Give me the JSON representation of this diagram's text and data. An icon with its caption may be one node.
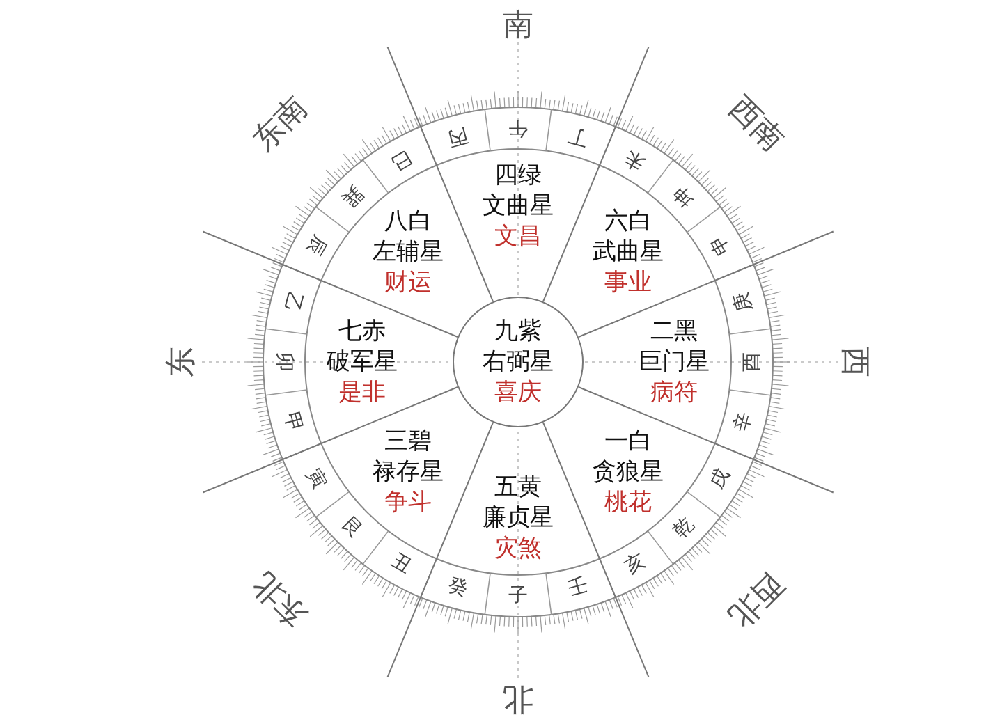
{
  "diagram": {
    "nodes": [
      {
        "text": [
          "四绿",
          "文曲星",
          "文昌"
        ]
      },
      {
        "text": [
          "八白",
          "左辅星",
          "财运"
        ]
      },
      {
        "text": [
          "六白",
          "武曲星",
          "事业"
        ]
      },
      {
        "text": [
          "七赤",
          "破军星",
          "是非"
        ]
      },
      {
        "text": [
          "九紫",
          "右弼星",
          "喜庆"
        ]
      },
      {
        "text": [
          "二黑",
          "巨门星",
          "病符"
        ]
      },
      {
        "text": [
          "三碧",
          "禄存星",
          "争斗"
        ]
      },
      {
        "text": [
          "五黄",
          "廉贞星",
          "灾煞"
        ]
      },
      {
        "text": [
          "一白",
          "贪狼星",
          "桃花"
        ]
      },
      {
        "text": [
          "丙"
        ]
      },
      {
        "text": [
          "午"
        ]
      },
      {
        "text": [
          "丁"
        ]
      },
      {
        "text": [
          "未"
        ]
      },
      {
        "text": [
          "坤"
        ]
      },
      {
        "text": [
          "申"
        ]
      },
      {
        "text": [
          "庚"
        ]
      },
      {
        "text": [
          "酉"
        ]
      },
      {
        "text": [
          "辛"
        ]
      },
      {
        "text": [
          "戌"
        ]
      },
      {
        "text": [
          "乾"
        ]
      },
      {
        "text": [
          "亥"
        ]
      },
      {
        "text": [
          "壬"
        ]
      },
      {
        "text": [
          "子"
        ]
      },
      {
        "text": [
          "癸"
        ]
      },
      {
        "text": [
          "丑"
        ]
      },
      {
        "text": [
          "艮"
        ]
      },
      {
        "text": [
          "寅"
        ]
      },
      {
        "text": [
          "甲"
        ]
      },
      {
        "text": [
          "卯"
        ]
      },
      {
        "text": [
          "乙"
        ]
      },
      {
        "text": [
          "辰"
        ]
      },
      {
        "text": [
          "巽"
        ]
      },
      {
        "text": [
          "巳"
        ]
      }
    ],
    "labels": [
      "南",
      "东南",
      "西南",
      "东",
      "西",
      "东北",
      "西北",
      "北"
    ]
  }
}
